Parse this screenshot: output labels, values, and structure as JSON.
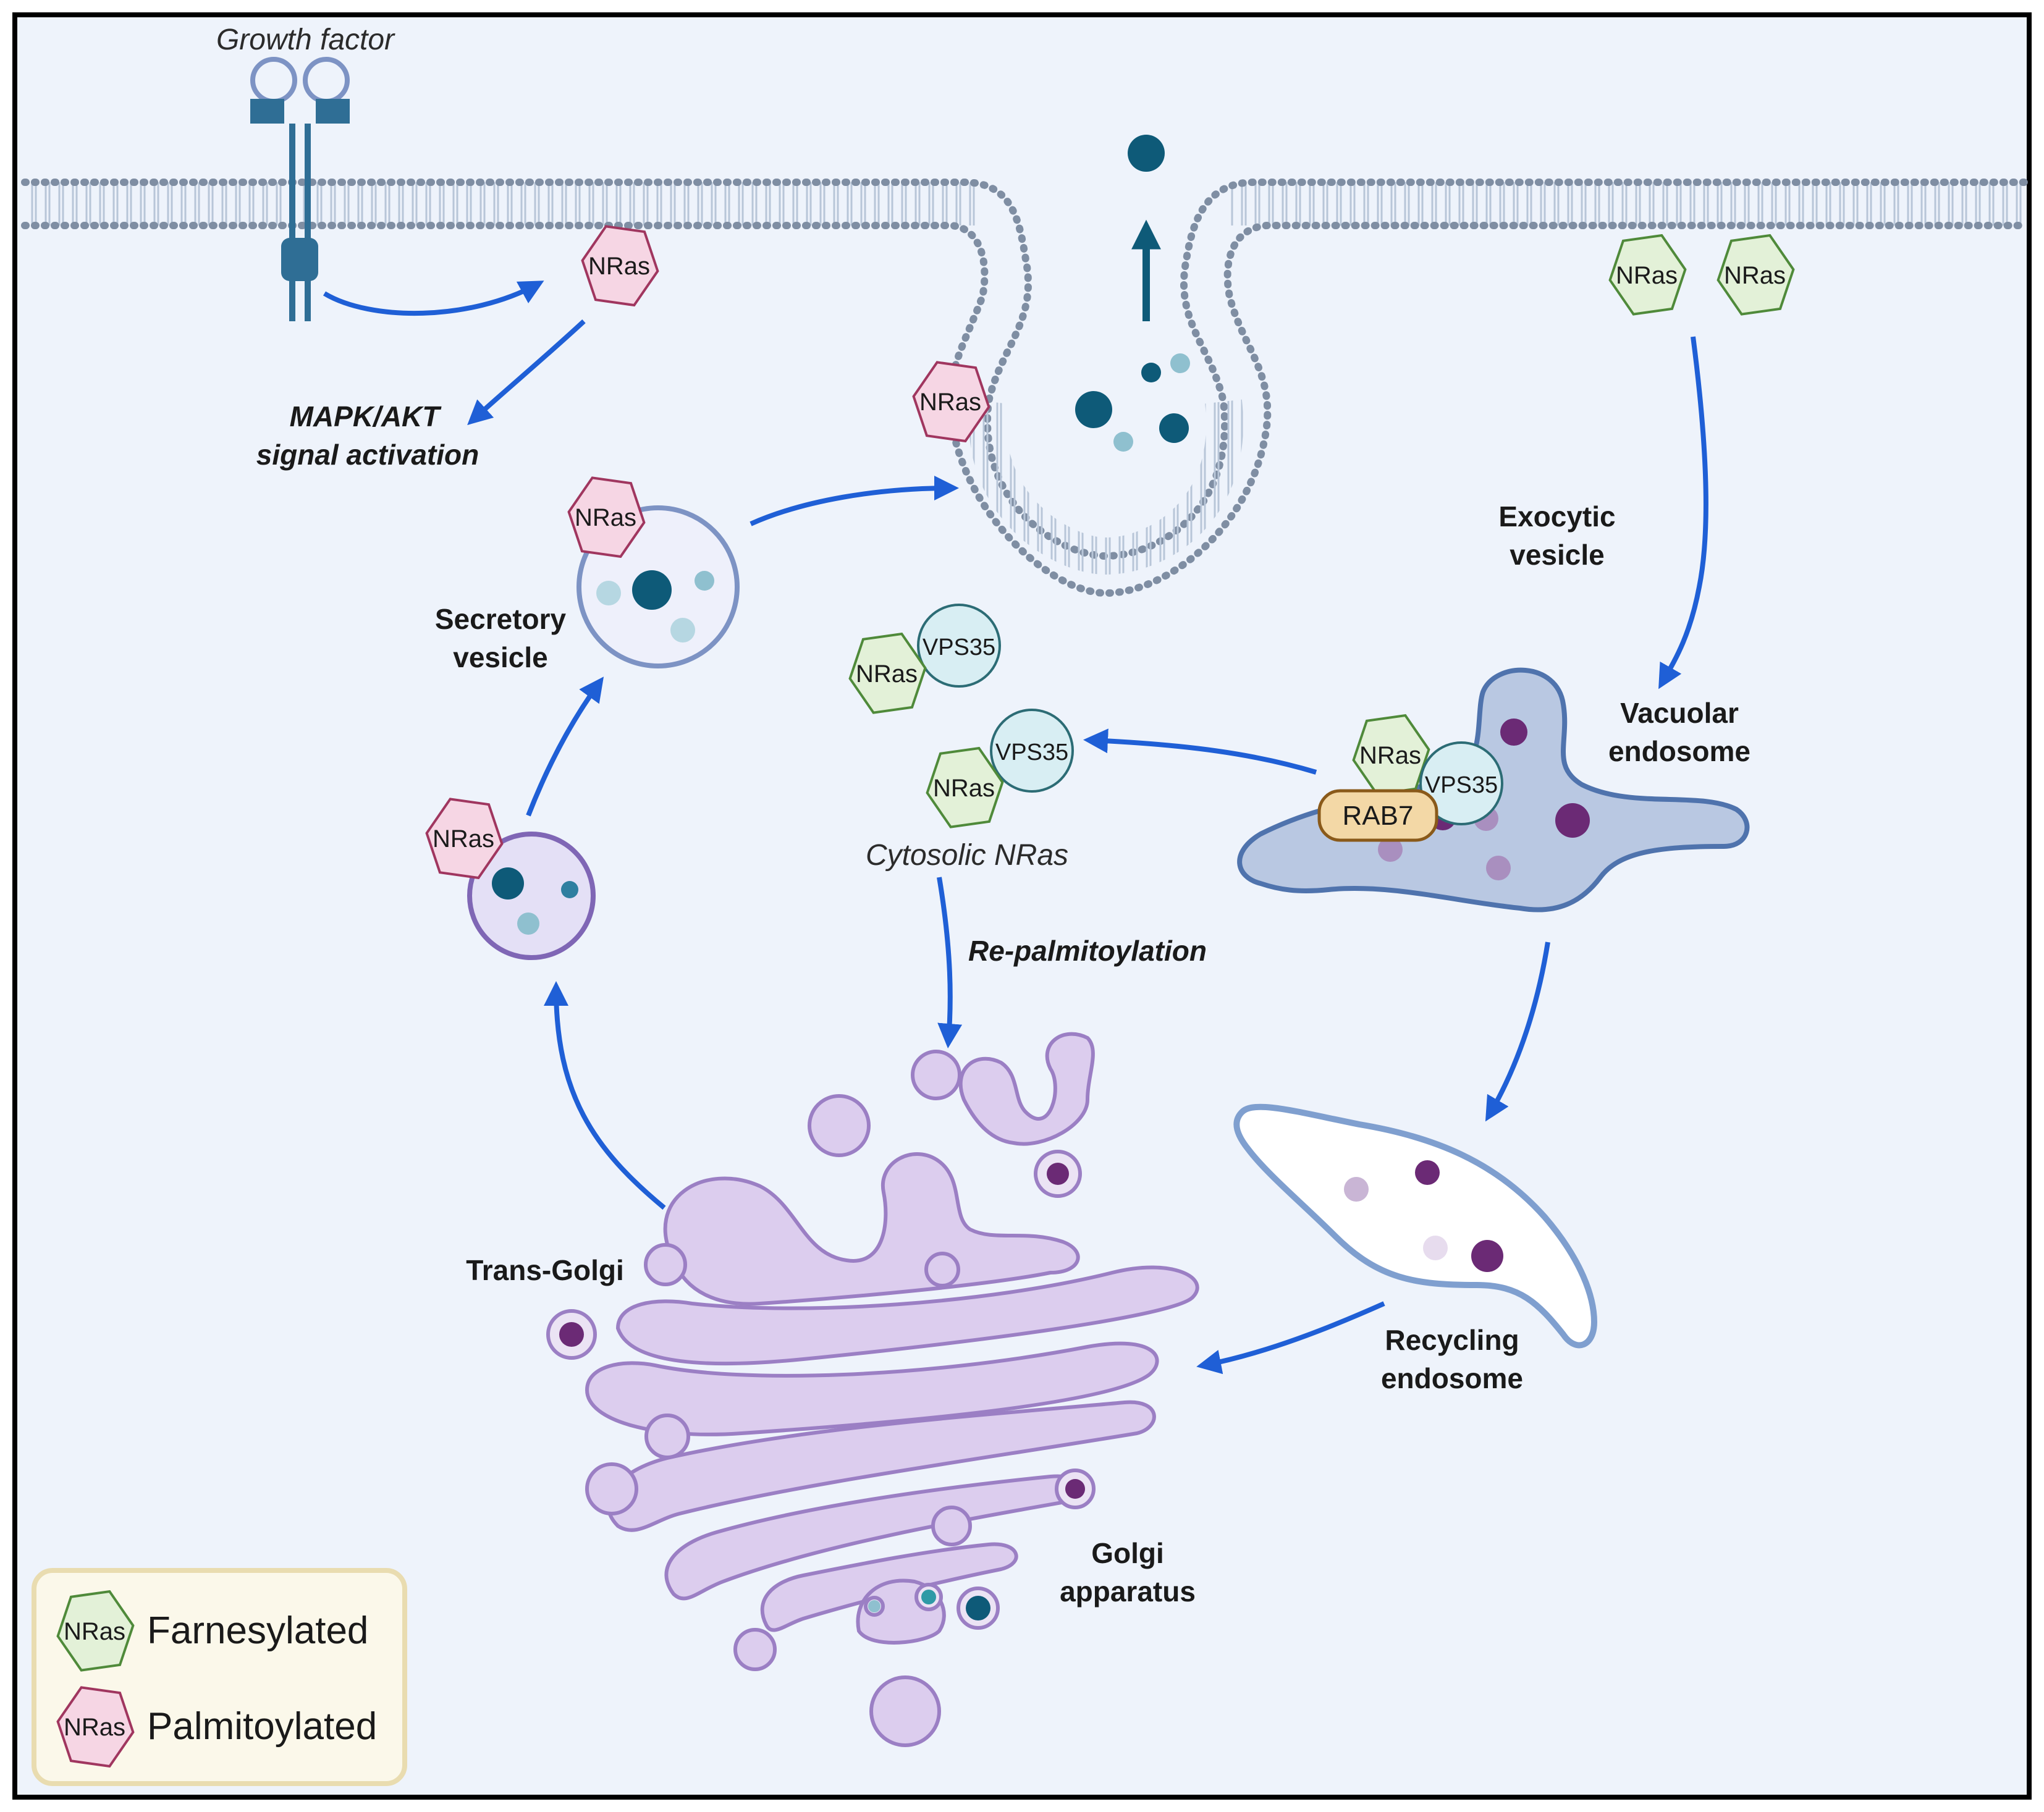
{
  "colors": {
    "background": "#eef3fb",
    "frame": "#000000",
    "arrow": "#1f5fd6",
    "farnesylated_fill": "#e3f1d8",
    "farnesylated_stroke": "#4f8a3a",
    "palmitoylated_fill": "#f6d6e4",
    "palmitoylated_stroke": "#a0365f",
    "vps35_fill": "#d8eef3",
    "rab7_fill": "#f3d8a6",
    "golgi_fill": "#dccdee",
    "golgi_stroke": "#9b7fc4",
    "endosome_fill": "#b9c8e2",
    "endosome_stroke": "#4f73ad",
    "cargo_dark": "#0e5a78",
    "cargo_light": "#8fc0cf",
    "cargo_purple": "#6b2a75"
  },
  "labels": {
    "growth_factor": "Growth factor",
    "mapk_line1": "MAPK/AKT",
    "mapk_line2": "signal activation",
    "exocytic_line1": "Exocytic",
    "exocytic_line2": "vesicle",
    "secretory_line1": "Secretory",
    "secretory_line2": "vesicle",
    "vacuolar_line1": "Vacuolar",
    "vacuolar_line2": "endosome",
    "cytosolic": "Cytosolic NRas",
    "repalm": "Re-palmitoylation",
    "trans_golgi": "Trans-Golgi",
    "recycling_line1": "Recycling",
    "recycling_line2": "endosome",
    "golgi_line1": "Golgi",
    "golgi_line2": "apparatus"
  },
  "proteins": {
    "nras": "NRas",
    "vps35": "VPS35",
    "rab7": "RAB7"
  },
  "legend": {
    "farnesylated": "Farnesylated",
    "palmitoylated": "Palmitoylated"
  }
}
